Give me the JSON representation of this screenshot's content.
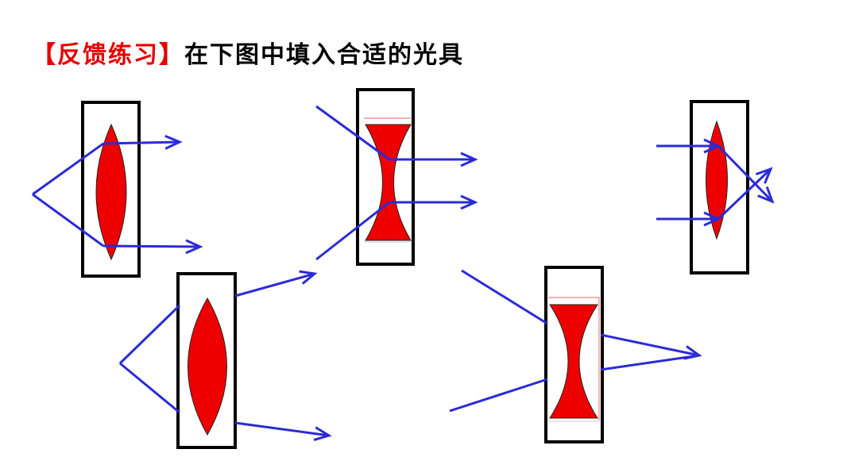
{
  "title": {
    "bracket_label": "【反馈练习】",
    "text": "在下图中填入合适的光具"
  },
  "colors": {
    "title_accent": "#e60000",
    "lens_fill": "#ee0000",
    "ray": "#2b2bd6",
    "frame": "#000000"
  },
  "lenses": [
    {
      "name": "lens-box-1",
      "kind": "convex"
    },
    {
      "name": "lens-box-2",
      "kind": "concave"
    },
    {
      "name": "lens-box-3",
      "kind": "convex"
    },
    {
      "name": "lens-box-4",
      "kind": "convex"
    },
    {
      "name": "lens-box-5",
      "kind": "concave"
    }
  ]
}
